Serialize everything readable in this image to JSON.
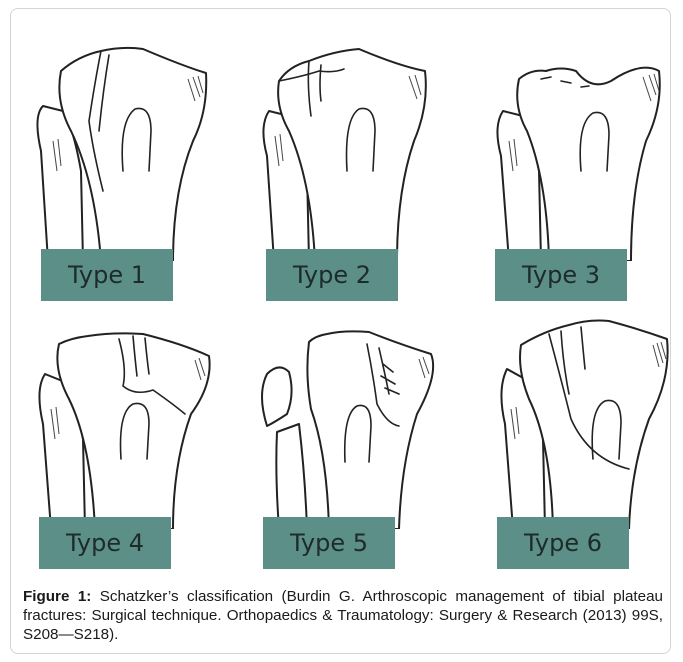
{
  "figure": {
    "panels": [
      {
        "label": "Type 1",
        "image": "tibial-plateau-type-1-drawing"
      },
      {
        "label": "Type 2",
        "image": "tibial-plateau-type-2-drawing"
      },
      {
        "label": "Type 3",
        "image": "tibial-plateau-type-3-drawing"
      },
      {
        "label": "Type 4",
        "image": "tibial-plateau-type-4-drawing"
      },
      {
        "label": "Type 5",
        "image": "tibial-plateau-type-5-drawing"
      },
      {
        "label": "Type 6",
        "image": "tibial-plateau-type-6-drawing"
      }
    ],
    "label_color": "#5c8f88"
  },
  "caption": {
    "bold": "Figure 1:",
    "text": "Schatzker’s classification (Burdin G. Arthroscopic management of tibial plateau fractures: Surgical technique. Orthopaedics & Traumatology: Surgery & Research (2013) 99S, S208—S218)."
  }
}
